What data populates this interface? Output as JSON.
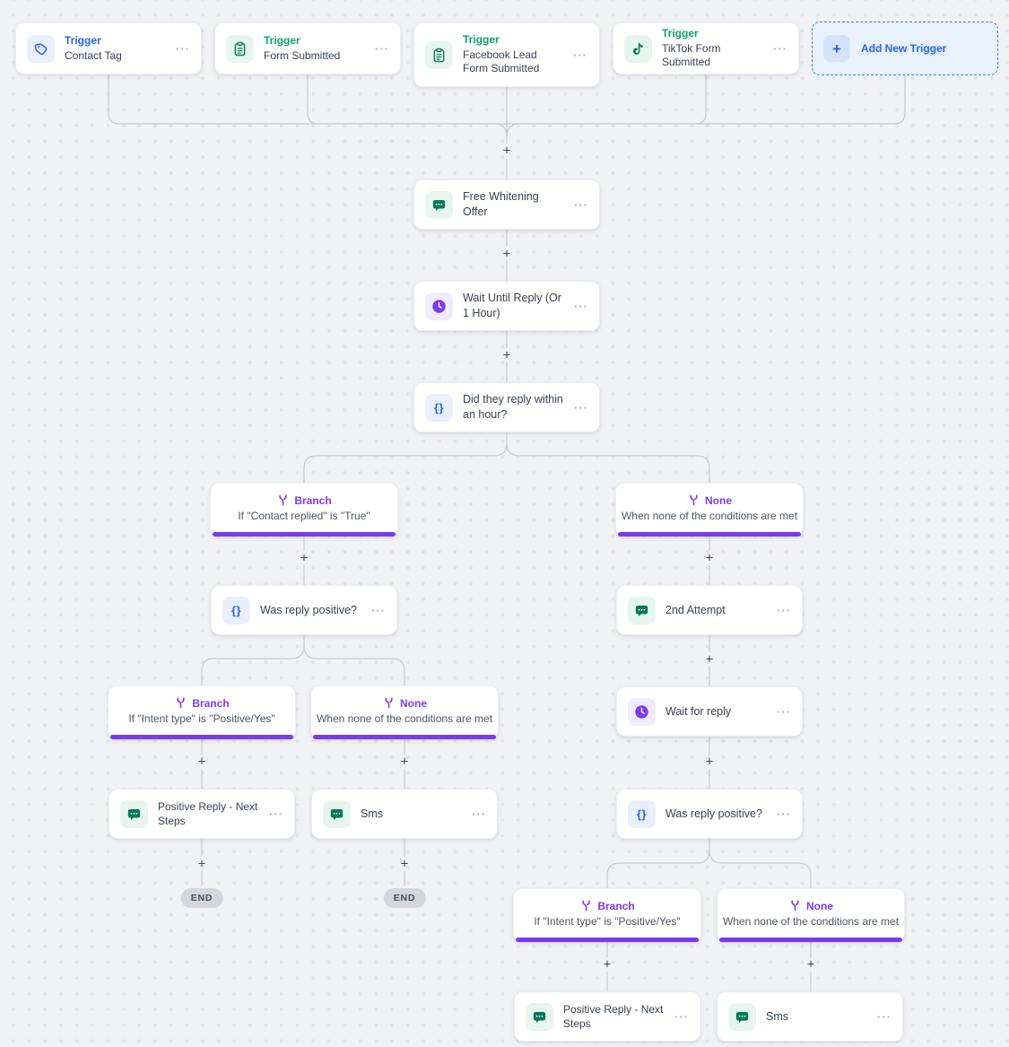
{
  "ui": {
    "plus": "+",
    "menu": "···",
    "end_label": "END",
    "curly": "{}"
  },
  "triggers": [
    {
      "label": "Trigger",
      "name": "Contact Tag"
    },
    {
      "label": "Trigger",
      "name": "Form Submitted"
    },
    {
      "label": "Trigger",
      "name": "Facebook Lead Form Submitted"
    },
    {
      "label": "Trigger",
      "name": "TikTok Form Submitted"
    }
  ],
  "add_trigger": {
    "label": "Add New Trigger"
  },
  "actions": {
    "free_whitening": {
      "label": "Free Whitening Offer"
    },
    "wait_until_reply": {
      "label": "Wait Until Reply (Or 1 Hour)"
    },
    "did_reply": {
      "label": "Did they reply within an hour?"
    },
    "was_positive_left": {
      "label": "Was reply positive?"
    },
    "positive_reply_left": {
      "label": "Positive Reply - Next Steps"
    },
    "sms_left": {
      "label": "Sms"
    },
    "second_attempt": {
      "label": "2nd Attempt"
    },
    "wait_for_reply": {
      "label": "Wait for reply"
    },
    "was_positive_right": {
      "label": "Was reply positive?"
    },
    "positive_reply_right": {
      "label": "Positive Reply - Next Steps"
    },
    "sms_right": {
      "label": "Sms"
    }
  },
  "branches": {
    "contact_replied": {
      "label": "Branch",
      "condition": "If \"Contact replied\" is \"True\""
    },
    "none_top": {
      "label": "None",
      "condition": "When none of the conditions are met"
    },
    "intent_left": {
      "label": "Branch",
      "condition": "If \"Intent type\" is \"Positive/Yes\""
    },
    "none_left": {
      "label": "None",
      "condition": "When none of the conditions are met"
    },
    "intent_right": {
      "label": "Branch",
      "condition": "If \"Intent type\" is \"Positive/Yes\""
    },
    "none_right": {
      "label": "None",
      "condition": "When none of the conditions are met"
    }
  },
  "colors": {
    "accent_blue": "#2563eb",
    "accent_green": "#0e9f6e",
    "icon_green": "#047857",
    "accent_purple": "#7c3aed",
    "wire": "#c6c9d1"
  }
}
